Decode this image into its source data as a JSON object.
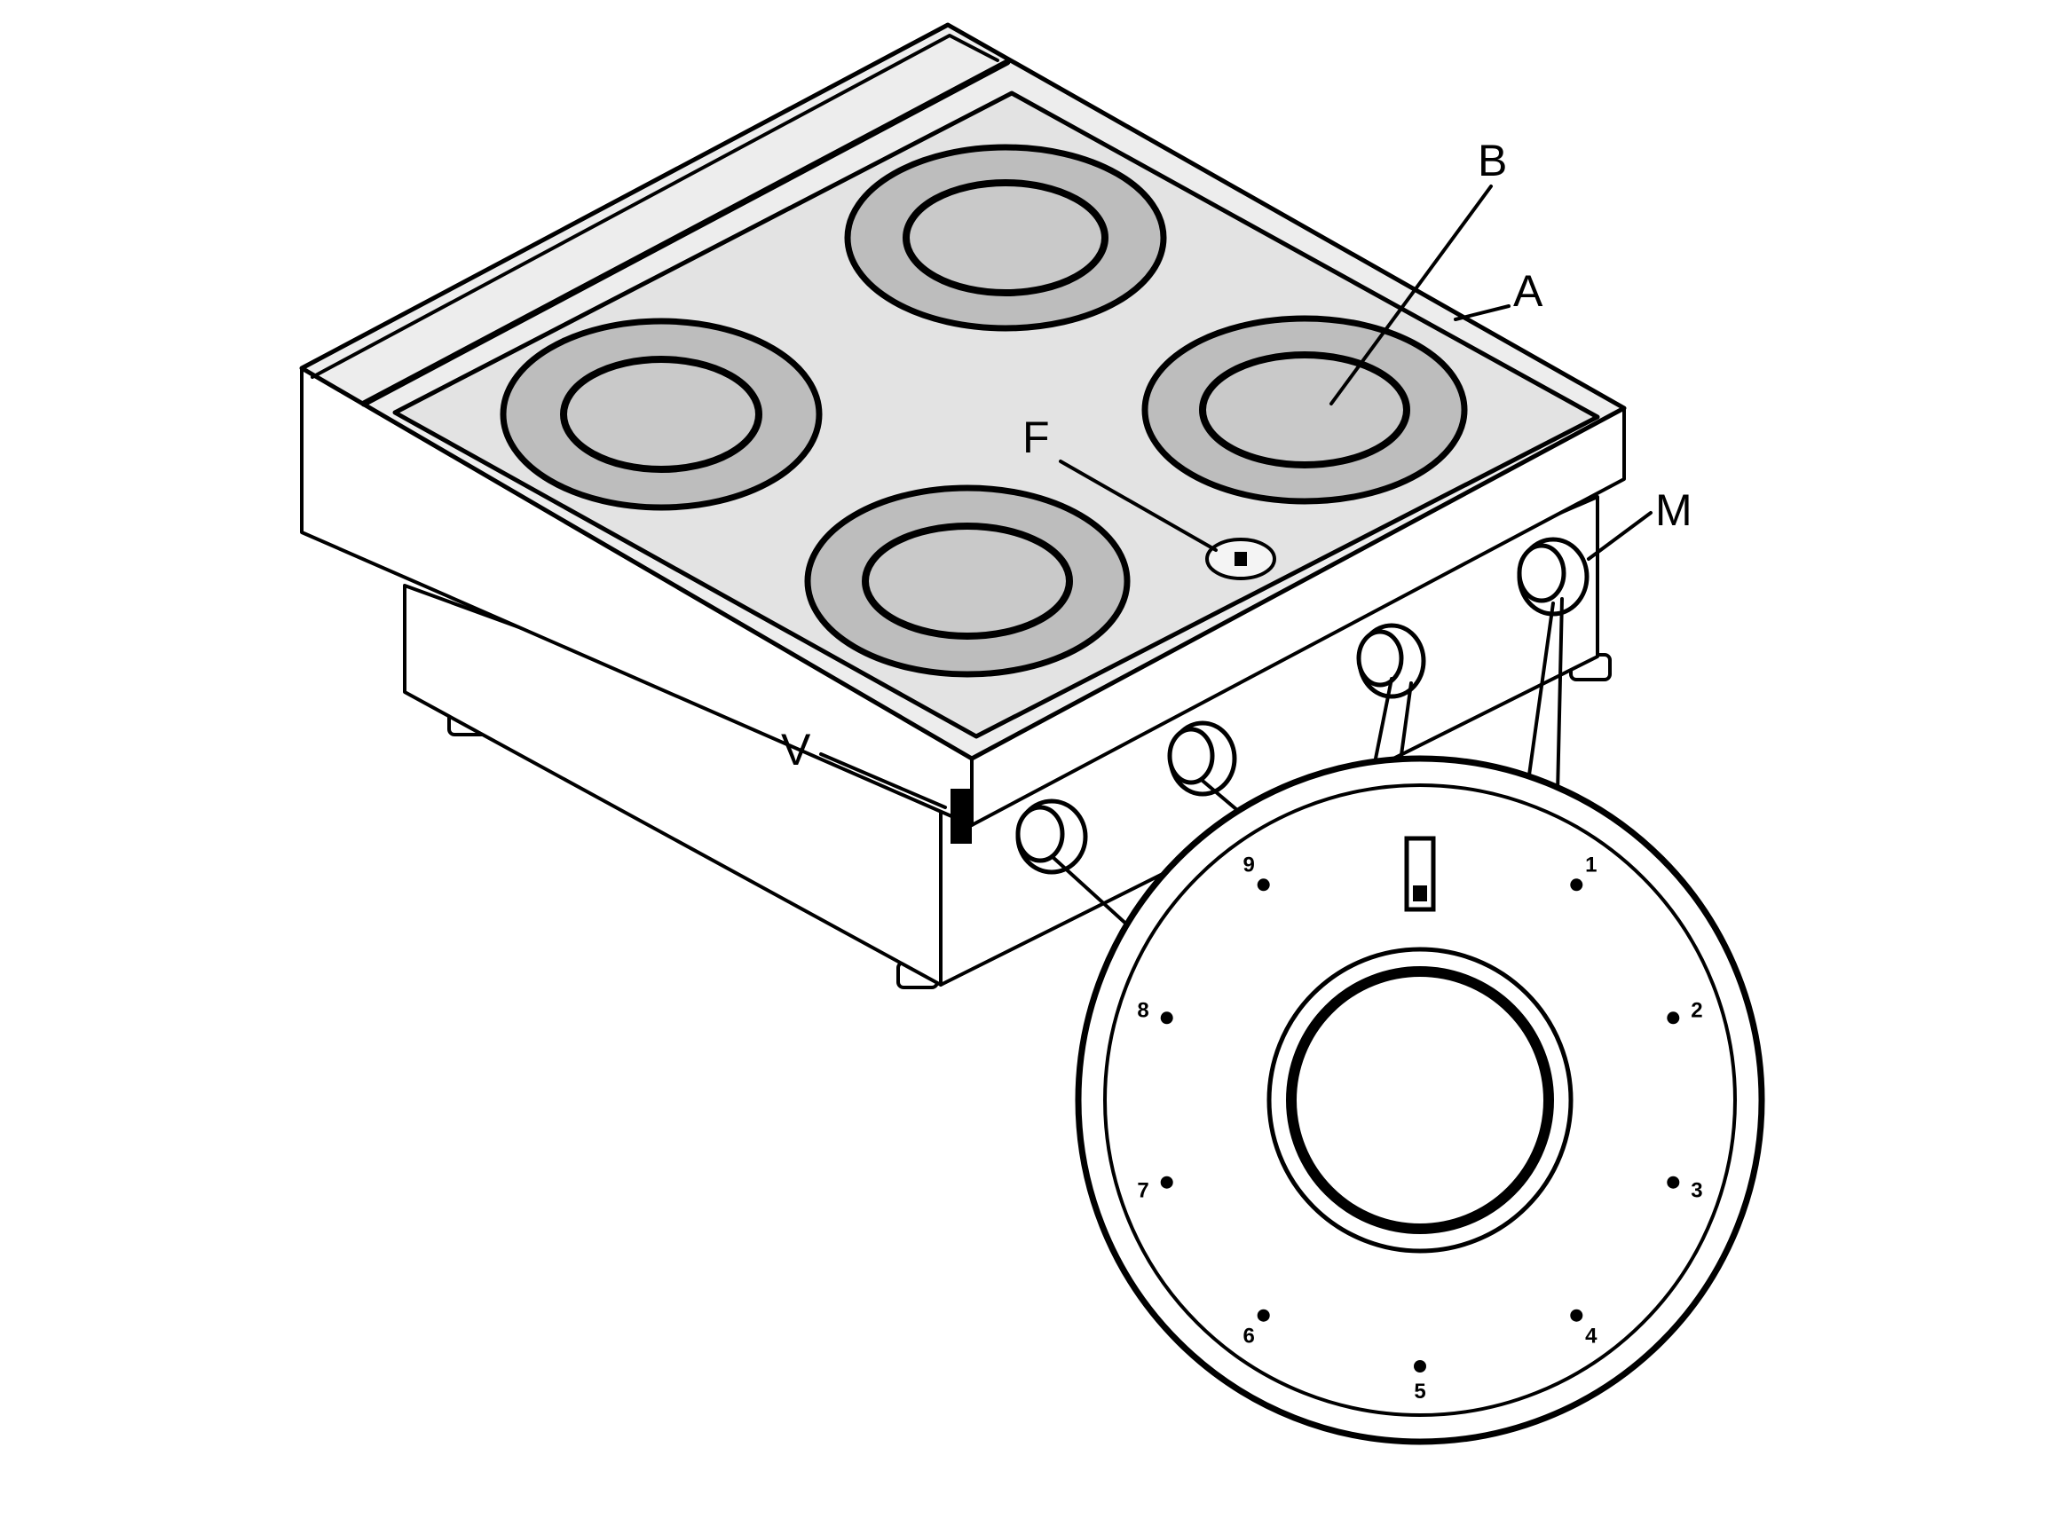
{
  "callouts": {
    "B": "B",
    "A": "A",
    "F": "F",
    "M": "M",
    "V": "V"
  },
  "dial": {
    "marks": [
      "1",
      "2",
      "3",
      "4",
      "5",
      "6",
      "7",
      "8",
      "9"
    ]
  },
  "colors": {
    "line": "#000000",
    "background": "#ffffff",
    "zone_fill": "#bdbdbd",
    "glass_fill": "#e3e3e3"
  }
}
